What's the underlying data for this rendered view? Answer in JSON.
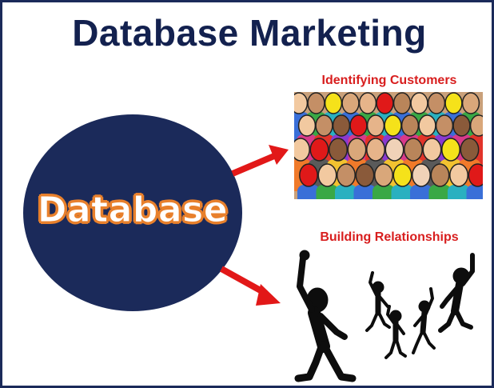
{
  "title": "Database Marketing",
  "center_label": "Database",
  "branches": [
    {
      "label": "Identifying Customers",
      "image_icon": "crowd-of-people-icon"
    },
    {
      "label": "Building Relationships",
      "image_icon": "waving-stick-figures-icon"
    }
  ],
  "colors": {
    "title": "#13214f",
    "circle": "#1b2a5a",
    "label_outline": "#e8802c",
    "caption": "#d81e1e",
    "arrow": "#e21818",
    "figure": "#0d0d0d"
  }
}
